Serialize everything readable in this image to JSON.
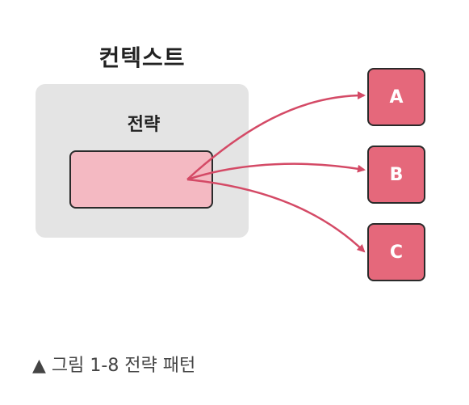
{
  "diagram": {
    "title": "컨텍스트",
    "strategy_label": "전략",
    "nodes": [
      "A",
      "B",
      "C"
    ],
    "arrow_color": "#d44a66",
    "node_color": "#e5687b",
    "strategy_fill": "#f4b9c2",
    "context_fill": "#e4e4e4"
  },
  "caption": "▲ 그림 1-8 전략 패턴"
}
